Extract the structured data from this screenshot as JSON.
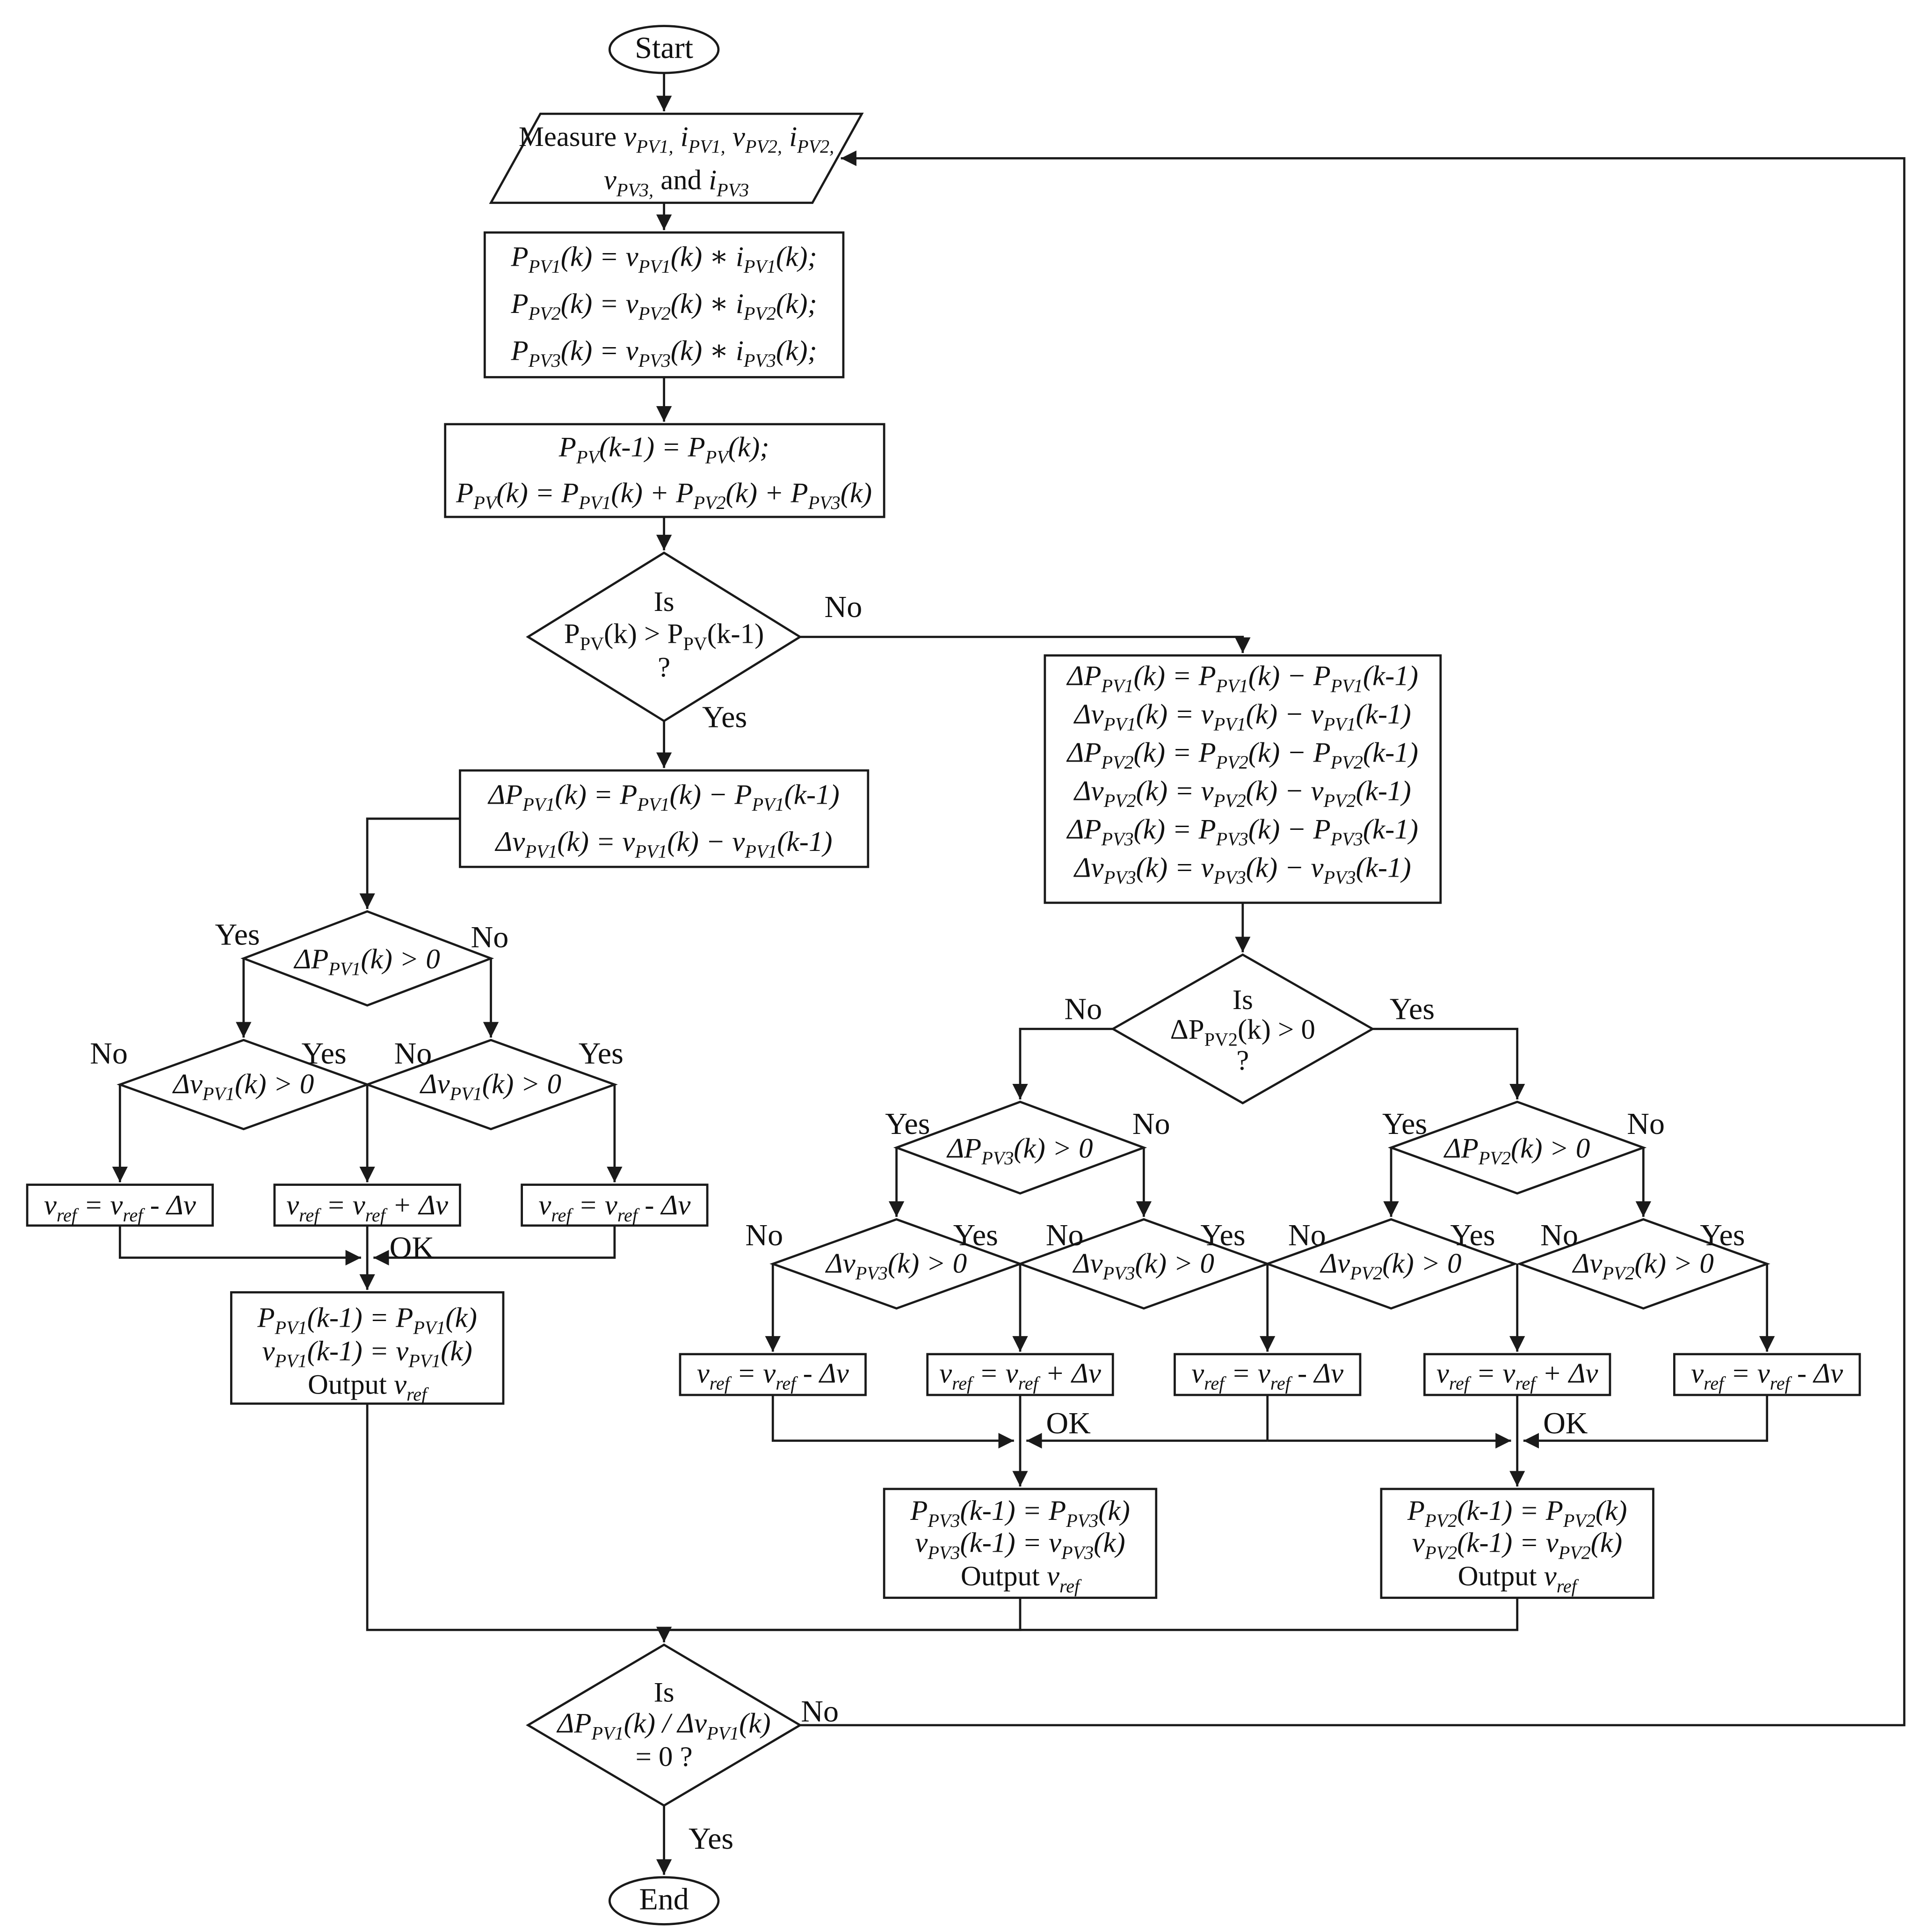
{
  "labels": {
    "yes": "Yes",
    "no": "No",
    "ok": "OK"
  },
  "nodes": {
    "start": {
      "text": "Start"
    },
    "end": {
      "text": "End"
    },
    "measure": {
      "lines": [
        "Measure *v_{PV1,} i_{PV1,} v_{PV2,} i_{PV2,}*",
        "*v_{PV3,}* and *i_{PV3}*"
      ]
    },
    "compute_power": {
      "lines": [
        "*P_{PV1}(k) = v_{PV1}(k) ∗ i_{PV1}(k);*",
        "*P_{PV2}(k) = v_{PV2}(k) ∗ i_{PV2}(k);*",
        "*P_{PV3}(k) = v_{PV3}(k) ∗ i_{PV3}(k);*"
      ]
    },
    "update_power": {
      "lines": [
        "*P_{PV}(k-1) = P_{PV}(k);*",
        "*P_{PV}(k) = P_{PV1}(k) + P_{PV2}(k) + P_{PV3}(k)*"
      ]
    },
    "decision_power": {
      "lines": [
        "Is",
        "P_{PV}(k) > P_{PV}(k-1)",
        "?"
      ]
    },
    "delta_pv1": {
      "lines": [
        "*ΔP_{PV1}(k) = P_{PV1}(k) − P_{PV1}(k-1)*",
        "*Δv_{PV1}(k) = v_{PV1}(k) − v_{PV1}(k-1)*"
      ]
    },
    "delta_all": {
      "lines": [
        "*ΔP_{PV1}(k) = P_{PV1}(k) − P_{PV1}(k-1)*",
        "*Δv_{PV1}(k) = v_{PV1}(k) − v_{PV1}(k-1)*",
        "*ΔP_{PV2}(k) = P_{PV2}(k) − P_{PV2}(k-1)*",
        "*Δv_{PV2}(k) = v_{PV2}(k) − v_{PV2}(k-1)*",
        "*ΔP_{PV3}(k) = P_{PV3}(k) − P_{PV3}(k-1)*",
        "*Δv_{PV3}(k) = v_{PV3}(k) − v_{PV3}(k-1)*"
      ]
    },
    "decision_dp_pv1": {
      "text": "*ΔP_{PV1}(k) > 0*"
    },
    "decision_dv_pv1": {
      "text": "*Δv_{PV1}(k) > 0*"
    },
    "decision_dp_pv2_main": {
      "lines": [
        "Is",
        "ΔP_{PV2}(k) > 0",
        "?"
      ]
    },
    "decision_dp_pv3": {
      "text": "*ΔP_{PV3}(k) > 0*"
    },
    "decision_dp_pv2": {
      "text": "*ΔP_{PV2}(k) > 0*"
    },
    "decision_dv_pv3": {
      "text": "*Δv_{PV3}(k) > 0*"
    },
    "decision_dv_pv2": {
      "text": "*Δv_{PV2}(k) > 0*"
    },
    "vref_minus": {
      "text": "*v_{ref} = v_{ref} - Δv*"
    },
    "vref_plus": {
      "text": "*v_{ref} = v_{ref} + Δv*"
    },
    "output_pv1": {
      "lines": [
        "*P_{PV1}(k-1) = P_{PV1}(k)*",
        "*v_{PV1}(k-1) = v_{PV1}(k)*",
        "Output *v_{ref}*"
      ]
    },
    "output_pv3": {
      "lines": [
        "*P_{PV3}(k-1) = P_{PV3}(k)*",
        "*v_{PV3}(k-1) = v_{PV3}(k)*",
        "Output *v_{ref}*"
      ]
    },
    "output_pv2": {
      "lines": [
        "*P_{PV2}(k-1) = P_{PV2}(k)*",
        "*v_{PV2}(k-1) = v_{PV2}(k)*",
        "Output *v_{ref}*"
      ]
    },
    "decision_slope": {
      "lines": [
        "Is",
        "*ΔP_{PV1}(k) / Δv_{PV1}(k)*",
        "= 0 ?"
      ]
    }
  }
}
